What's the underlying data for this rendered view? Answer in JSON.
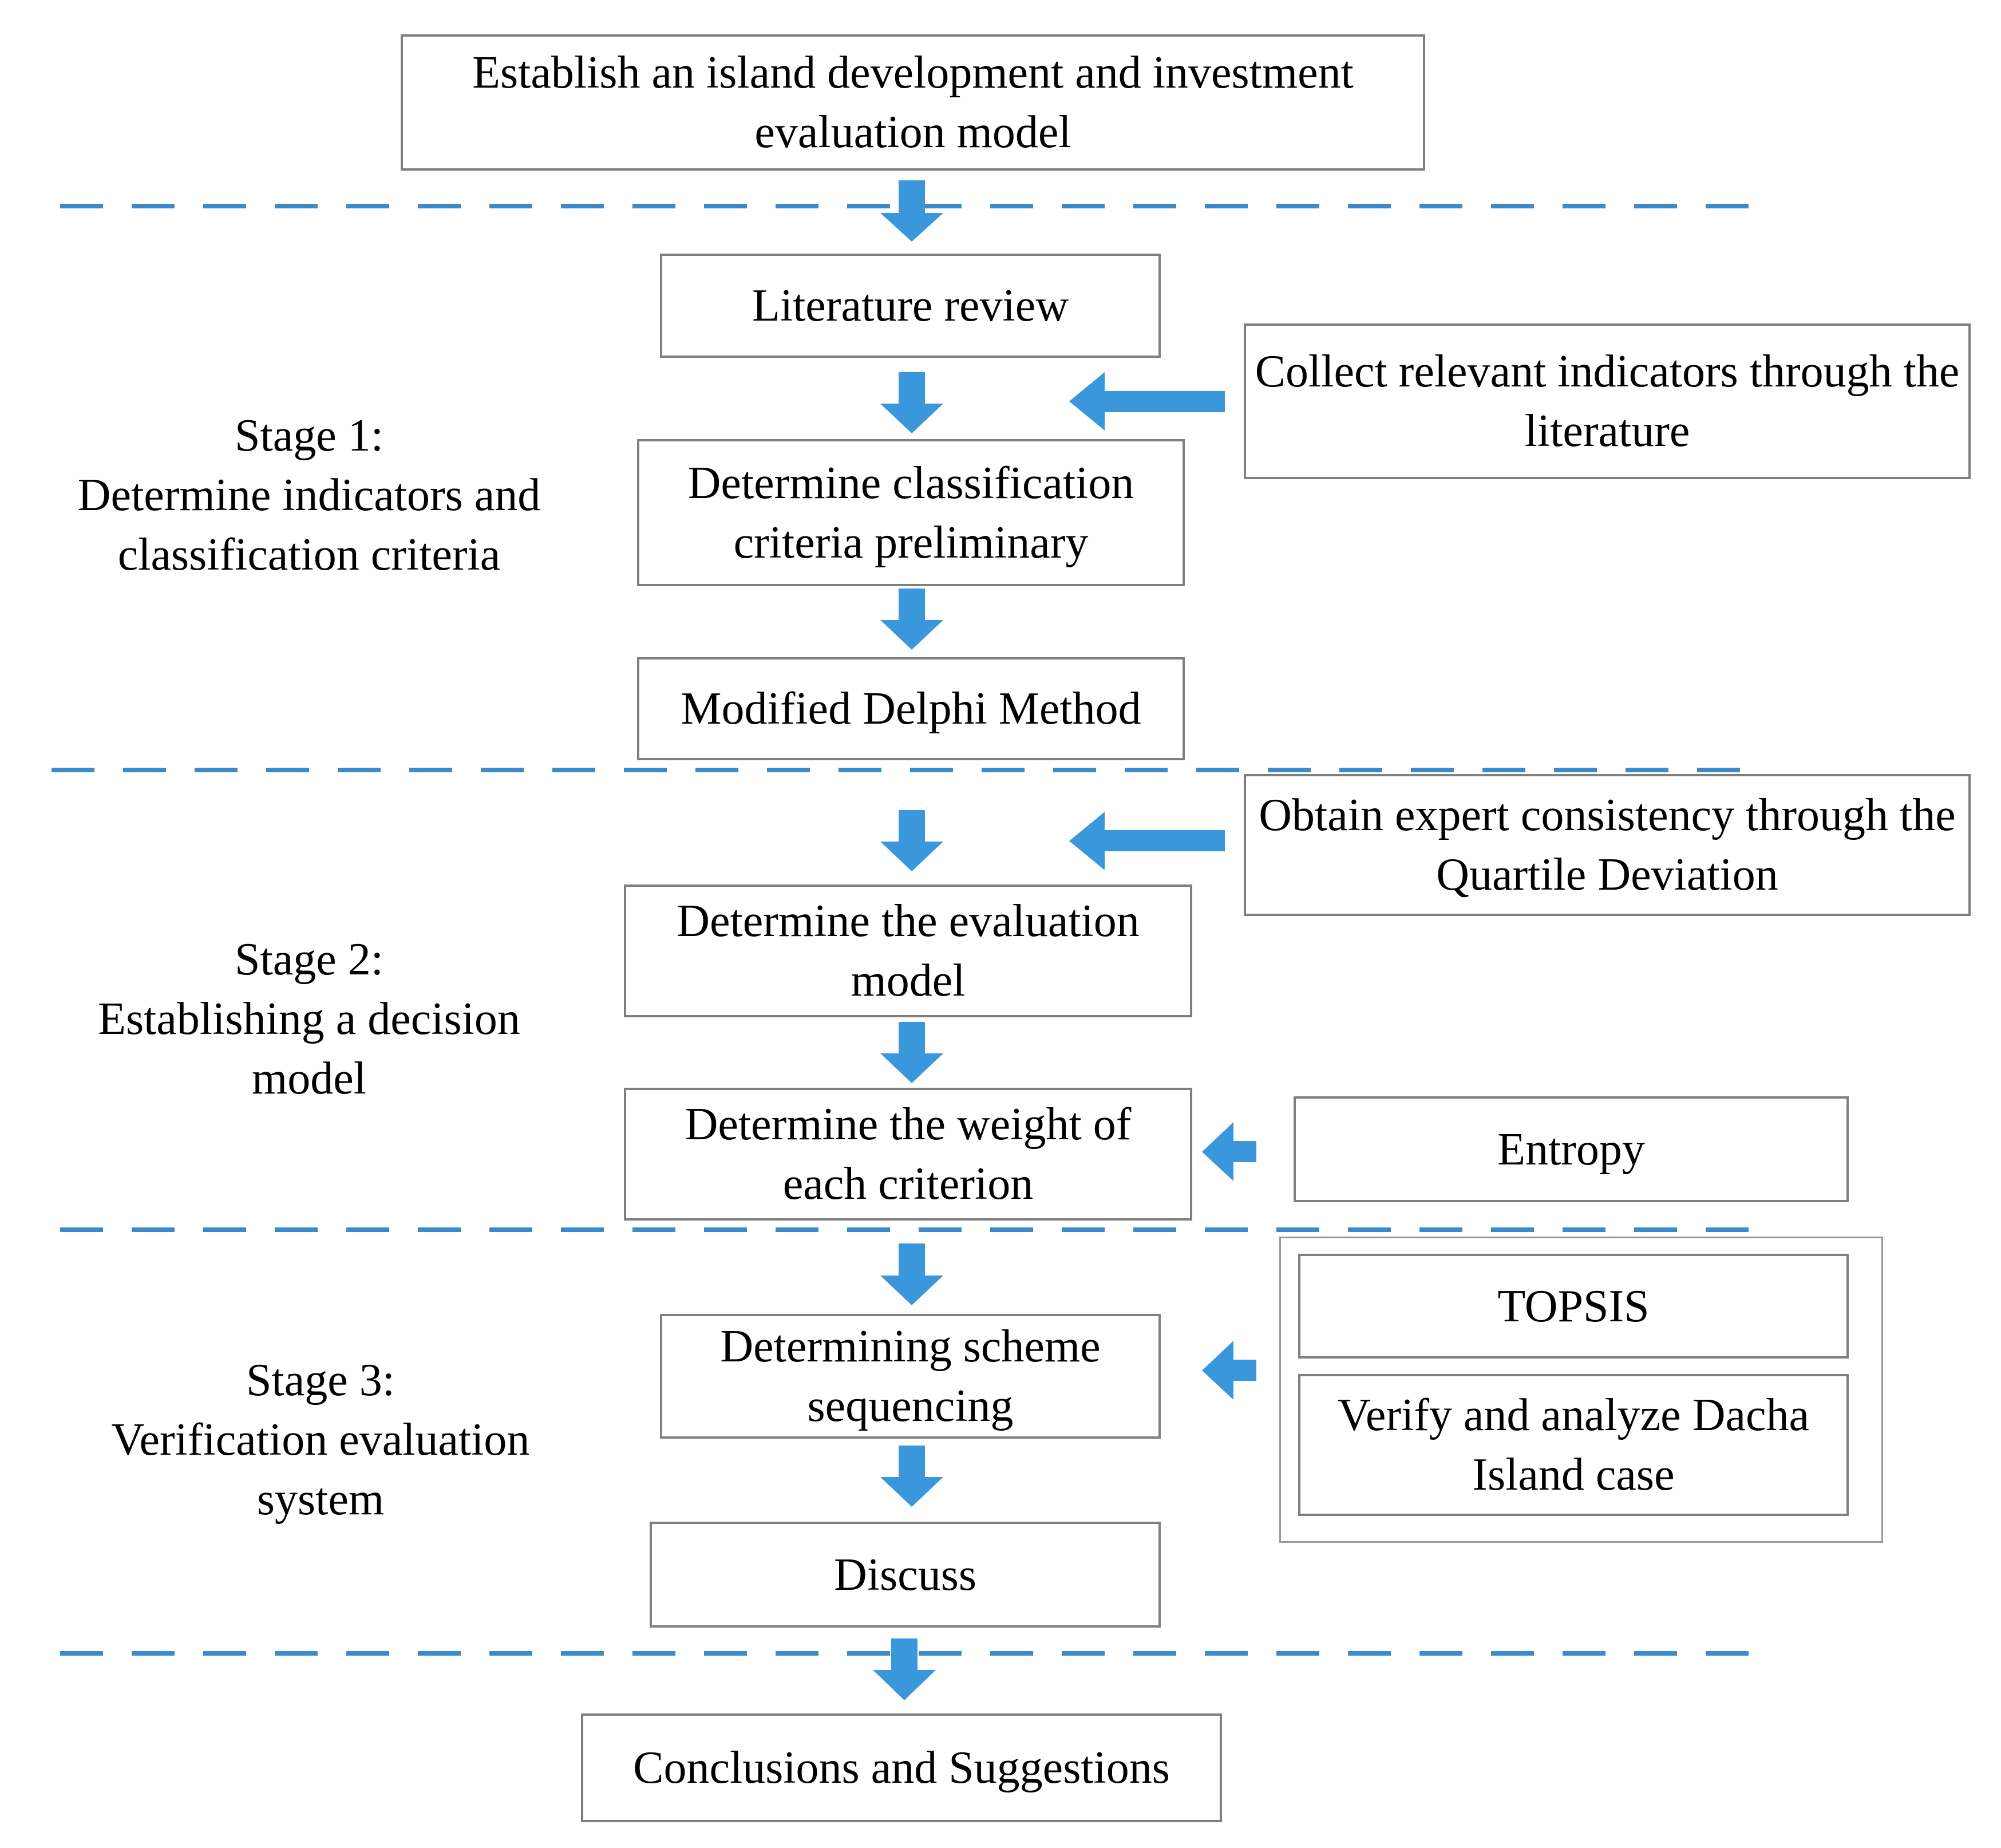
{
  "colors": {
    "arrow": "#3a97dc",
    "dashed_line": "#3a8bcd",
    "box_border": "#7f7f7f",
    "group_border": "#9a9a9a"
  },
  "boxes": {
    "establish_model": "Establish an island development and investment evaluation model",
    "literature_review": "Literature review",
    "classification_criteria": "Determine classification criteria preliminary",
    "modified_delphi": "Modified Delphi Method",
    "evaluation_model": "Determine the evaluation model",
    "criterion_weight": "Determine the weight of each criterion",
    "scheme_sequencing": "Determining scheme sequencing",
    "discuss": "Discuss",
    "conclusions": "Conclusions and Suggestions"
  },
  "side_boxes": {
    "collect_indicators": "Collect relevant indicators through the literature",
    "expert_consistency": "Obtain expert consistency through the Quartile Deviation",
    "entropy": "Entropy",
    "topsis": "TOPSIS",
    "verify_dacha": "Verify and analyze Dacha Island case"
  },
  "stages": [
    {
      "title": "Stage 1:",
      "line1": "Determine indicators and",
      "line2": "classification criteria"
    },
    {
      "title": "Stage 2:",
      "line1": "Establishing a decision",
      "line2": "model"
    },
    {
      "title": "Stage 3:",
      "line1": "Verification evaluation",
      "line2": "system"
    }
  ]
}
